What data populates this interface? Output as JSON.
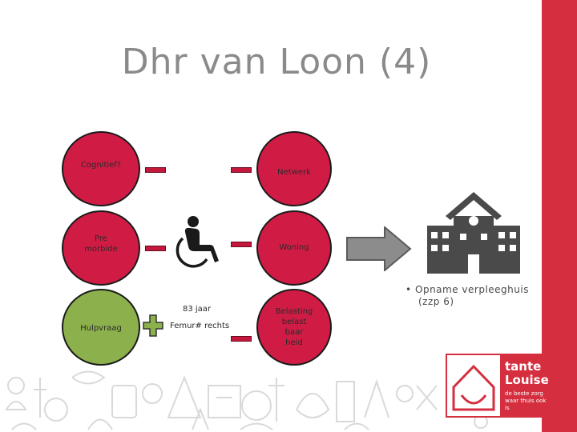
{
  "slide": {
    "title": "Dhr van Loon (4)",
    "circles": {
      "cognitief": "Cognitief?",
      "netwerk": "Netwerk",
      "premorbide_1": "Pre",
      "premorbide_2": "morbide",
      "woning": "Woning",
      "hulpvraag": "Hulpvraag",
      "belasting_1": "Belasting",
      "belasting_2": "belast",
      "belasting_3": "baar",
      "belasting_4": "heid"
    },
    "patient_age": "83 jaar",
    "patient_diagnosis": "Femur# rechts",
    "bullet": {
      "line1": "Opname verpleeghuis",
      "line2": "(zzp 6)"
    },
    "logo": {
      "name_line1": "tante",
      "name_line2": "Louise",
      "tagline_line1": "de beste zorg",
      "tagline_line2": "waar thuis ook is"
    },
    "colors": {
      "accent_red": "#d42e3f",
      "circle_red": "#d01c45",
      "circle_green": "#8cb04c",
      "title_gray": "#8a8a8a"
    },
    "icons": [
      "wheelchair-icon",
      "arrow-right-icon",
      "nursing-home-icon",
      "plus-icon",
      "minus-icon"
    ]
  }
}
